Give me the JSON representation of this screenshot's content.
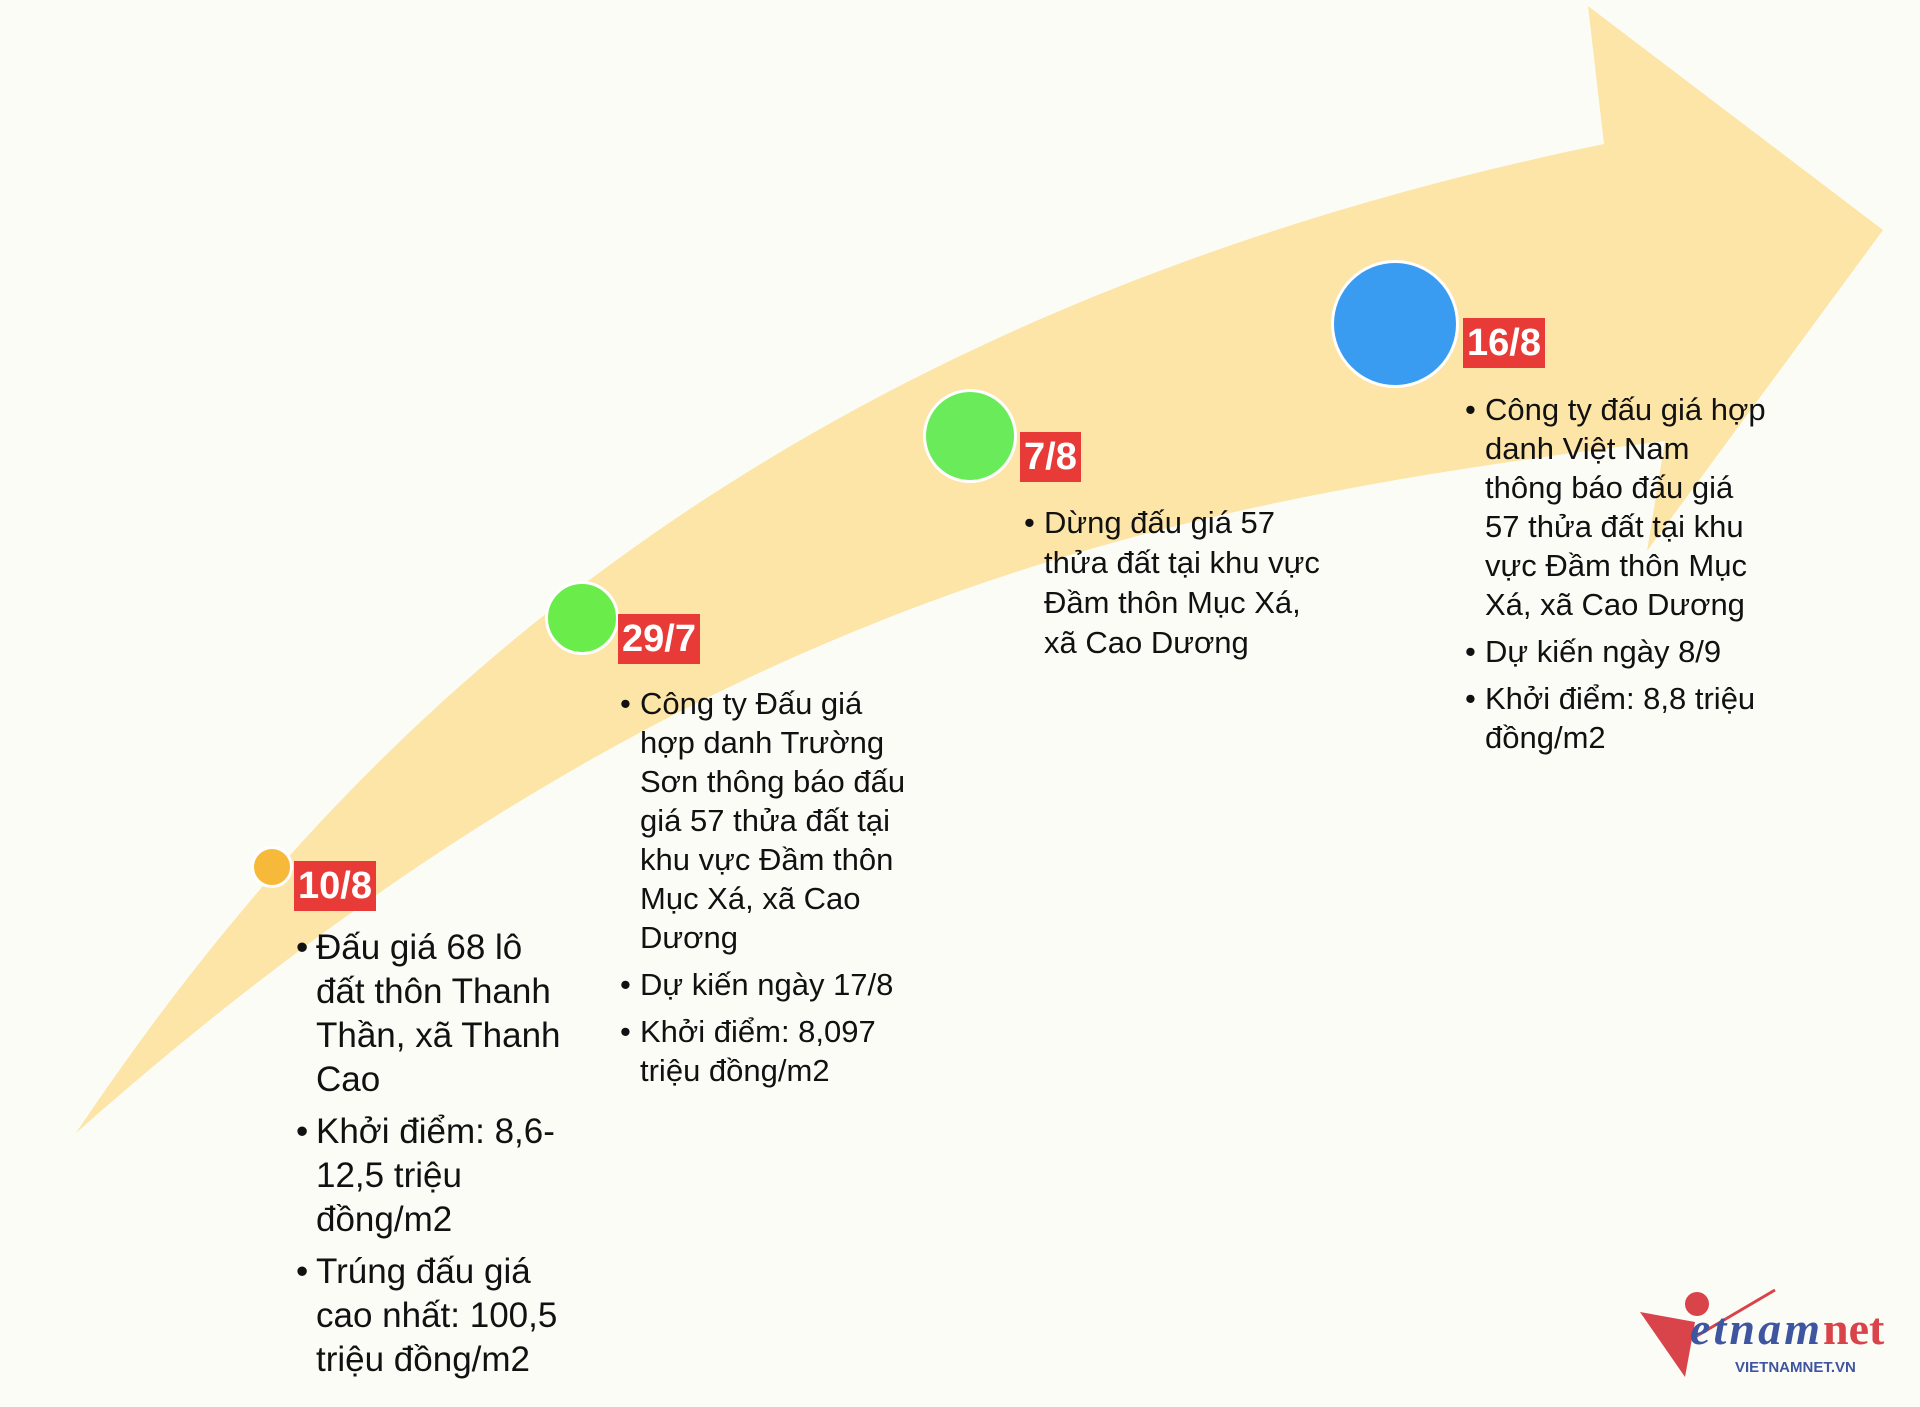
{
  "timeline": [
    {
      "date": "10/8",
      "dot_color": "#f7b93a",
      "items": [
        "Đấu giá 68 lô\nđất thôn Thanh\nThần, xã Thanh\nCao",
        "Khởi điểm: 8,6-\n12,5 triệu\nđồng/m2",
        "Trúng đấu giá\ncao nhất: 100,5\ntriệu đồng/m2"
      ]
    },
    {
      "date": "29/7",
      "dot_color": "#6aec4a",
      "items": [
        "Công ty Đấu giá\nhợp danh Trường\nSơn thông báo đấu\ngiá 57 thửa đất tại\nkhu vực Đầm thôn\nMục Xá, xã Cao\nDương",
        "Dự kiến ngày 17/8",
        "Khởi điểm: 8,097\ntriệu đồng/m2"
      ]
    },
    {
      "date": "7/8",
      "dot_color": "#6aec5a",
      "items": [
        "Dừng đấu giá 57\nthửa đất tại khu vực\nĐầm thôn Mục Xá,\nxã Cao Dương"
      ]
    },
    {
      "date": "16/8",
      "dot_color": "#3a9cf0",
      "items": [
        "Công ty đấu giá hợp\ndanh Việt Nam\nthông báo đấu giá\n57 thửa đất tại khu\nvực Đầm thôn Mục\nXá, xã Cao Dương",
        "Dự kiến ngày 8/9",
        "Khởi điểm: 8,8 triệu\nđồng/m2"
      ]
    }
  ],
  "logo": {
    "brand": "vietnamnet",
    "url_text": "VIETNAMNET.VN"
  },
  "colors": {
    "arrow": "#fde5a8",
    "date_bg": "#e83a36"
  }
}
